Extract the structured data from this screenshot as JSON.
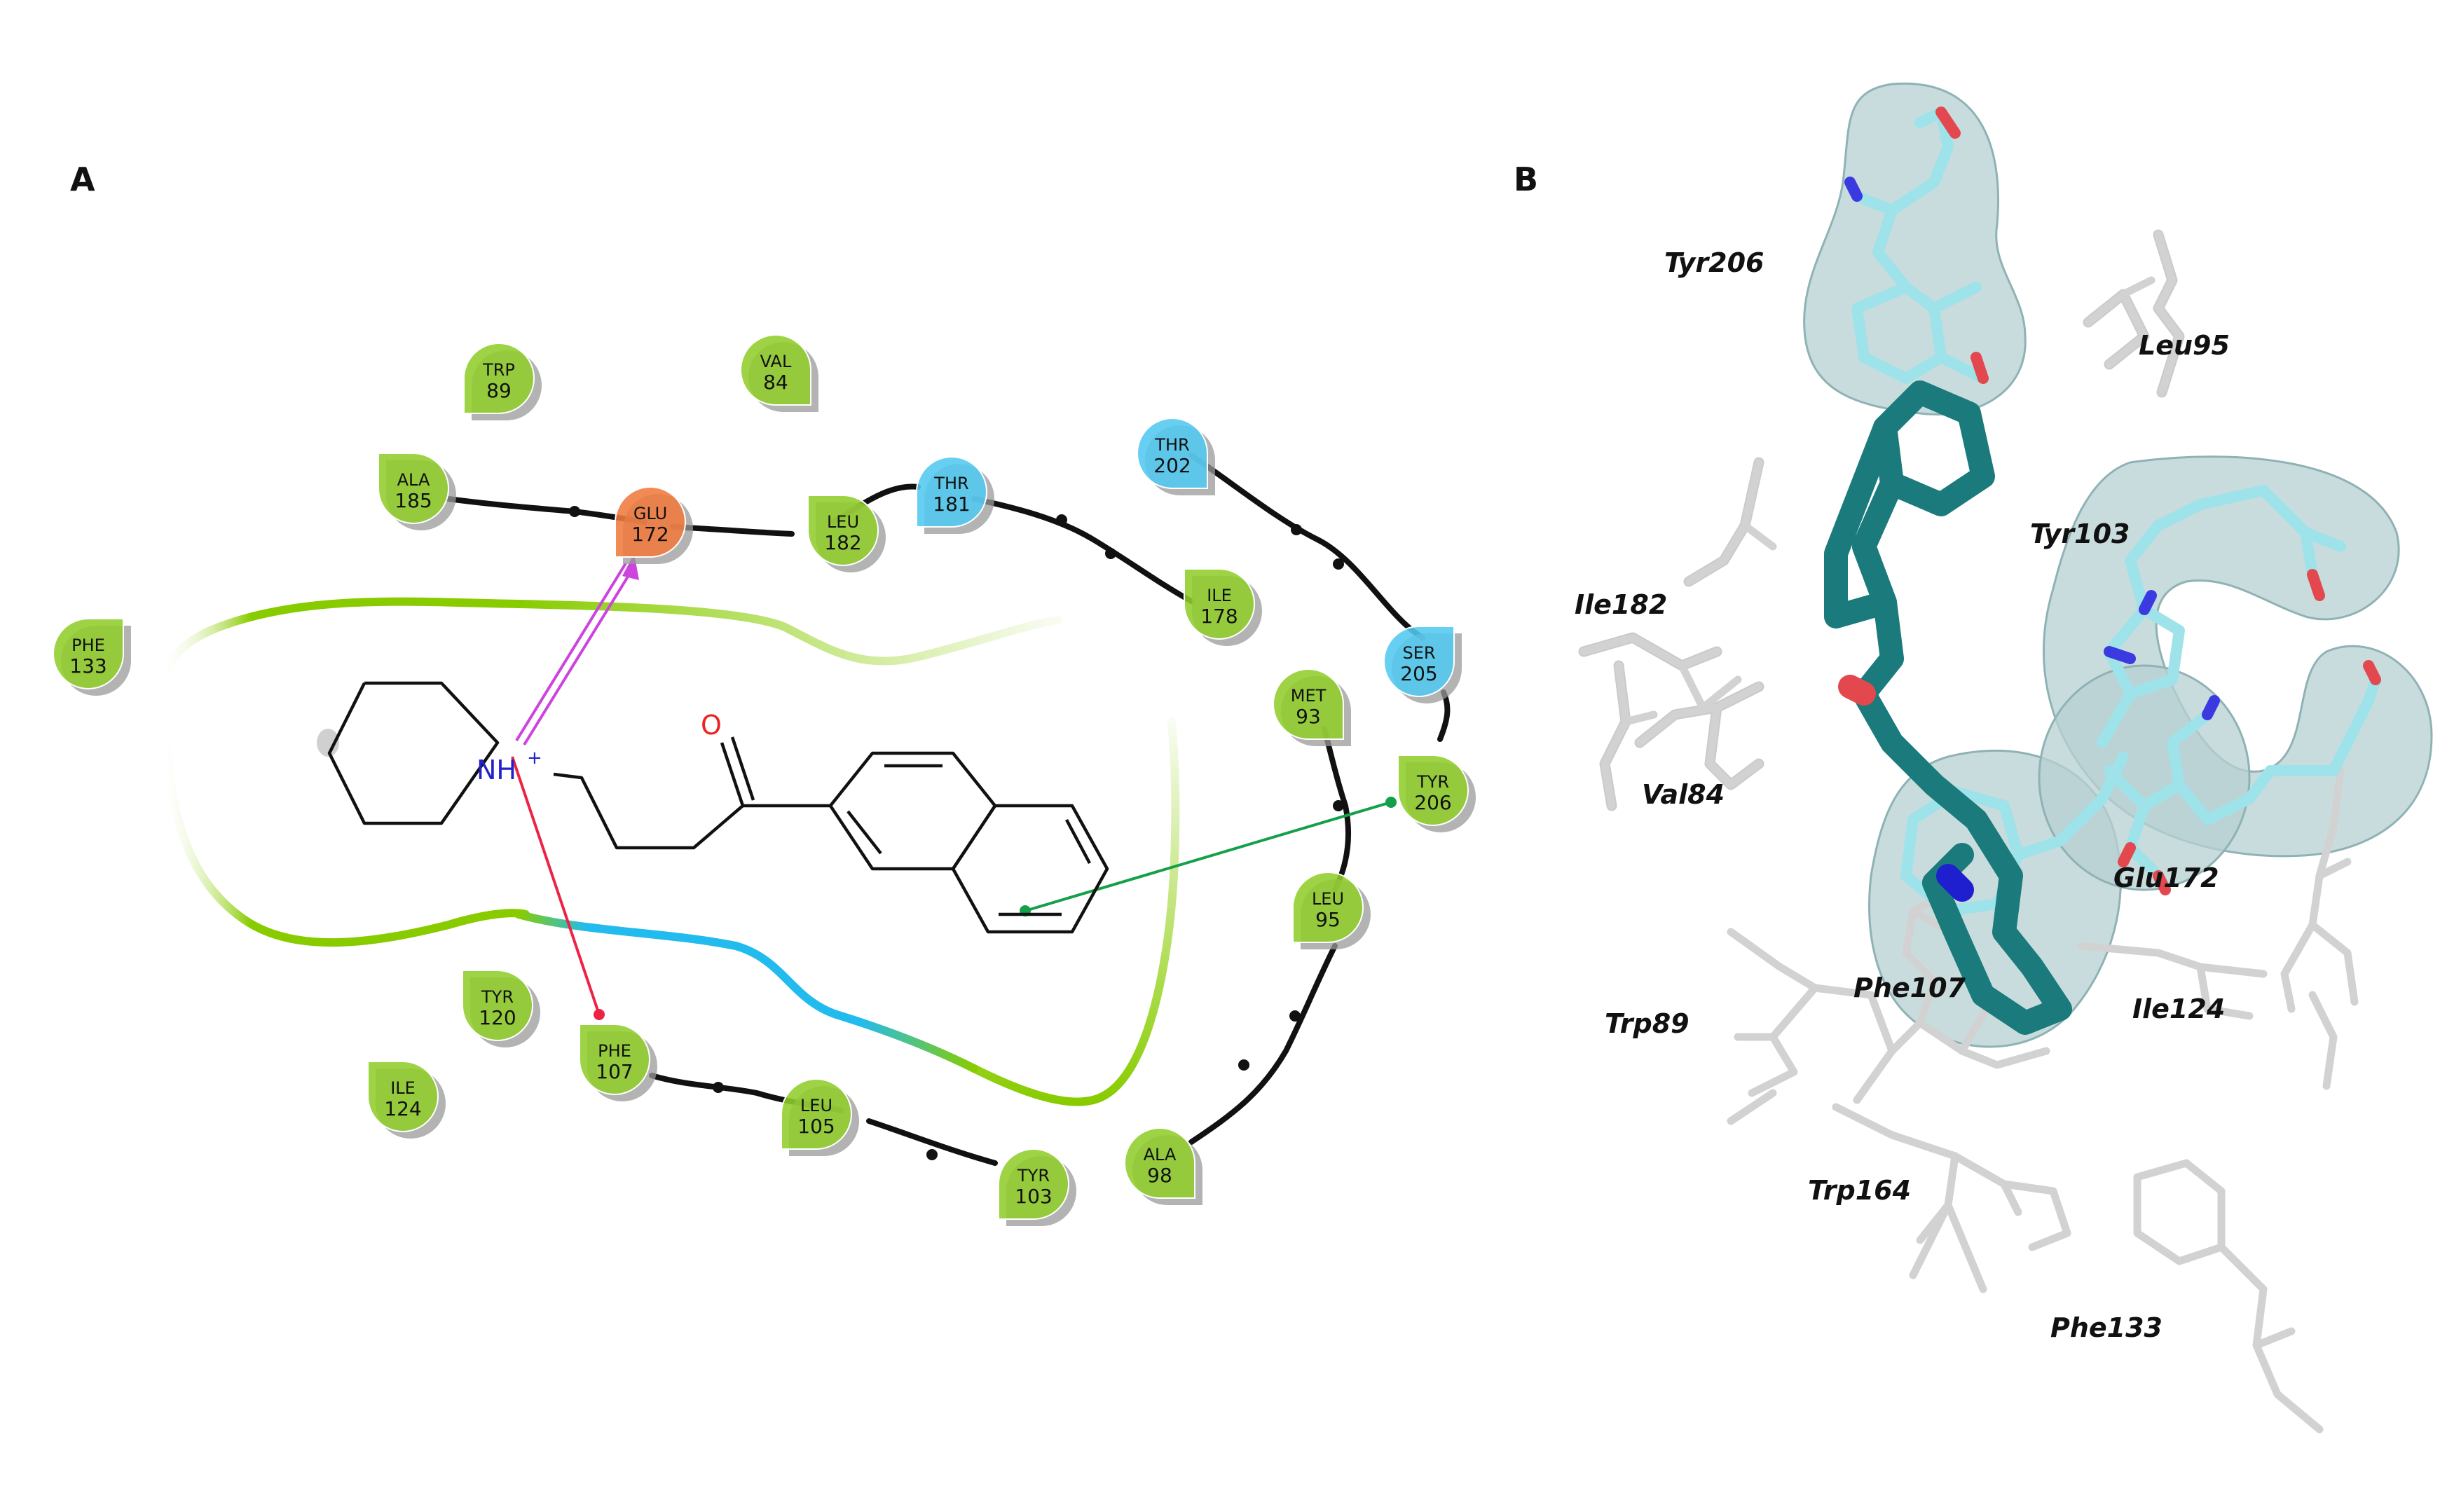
{
  "panel_a": {
    "letter": "A",
    "ligand": {
      "nitrogen_label": "NH",
      "charge": "+",
      "oxygen_label": "O"
    },
    "residues": [
      {
        "name": "TRP",
        "number": "89",
        "type": "hydrophobic"
      },
      {
        "name": "VAL",
        "number": "84",
        "type": "hydrophobic"
      },
      {
        "name": "ALA",
        "number": "185",
        "type": "hydrophobic"
      },
      {
        "name": "GLU",
        "number": "172",
        "type": "negative"
      },
      {
        "name": "LEU",
        "number": "182",
        "type": "hydrophobic"
      },
      {
        "name": "THR",
        "number": "181",
        "type": "polar"
      },
      {
        "name": "THR",
        "number": "202",
        "type": "polar"
      },
      {
        "name": "ILE",
        "number": "178",
        "type": "hydrophobic"
      },
      {
        "name": "PHE",
        "number": "133",
        "type": "hydrophobic"
      },
      {
        "name": "SER",
        "number": "205",
        "type": "polar"
      },
      {
        "name": "MET",
        "number": "93",
        "type": "hydrophobic"
      },
      {
        "name": "TYR",
        "number": "206",
        "type": "hydrophobic"
      },
      {
        "name": "LEU",
        "number": "95",
        "type": "hydrophobic"
      },
      {
        "name": "TYR",
        "number": "120",
        "type": "hydrophobic"
      },
      {
        "name": "ILE",
        "number": "124",
        "type": "hydrophobic"
      },
      {
        "name": "PHE",
        "number": "107",
        "type": "hydrophobic"
      },
      {
        "name": "LEU",
        "number": "105",
        "type": "hydrophobic"
      },
      {
        "name": "TYR",
        "number": "103",
        "type": "hydrophobic"
      },
      {
        "name": "ALA",
        "number": "98",
        "type": "hydrophobic"
      }
    ],
    "colors": {
      "hydrophobic": "#8fcd2a",
      "polar": "#52c8ef",
      "negative": "#f07a3e",
      "pocket": "#88cc00",
      "pocket_exposed": "#22bbee",
      "salt_bridge": "#cc44dd",
      "hbond": "#d82e6a",
      "pi_cation": "#ee2244",
      "pi_pi": "#14a04a",
      "nitrogen": "#2222cc",
      "oxygen": "#ee2222"
    }
  },
  "panel_b": {
    "letter": "B",
    "residue_labels": [
      "Tyr206",
      "Leu95",
      "Tyr103",
      "Ile182",
      "Val84",
      "Glu172",
      "Phe107",
      "Ile124",
      "Trp89",
      "Trp164",
      "Phe133"
    ],
    "colors": {
      "ligand": "#1a7a7c",
      "highlight": "#9ee2ea",
      "surface": "#b7d0d2",
      "sticks": "#cfcfcf",
      "oxygen": "#e3484f",
      "nitrogen": "#3a3ae0"
    }
  }
}
